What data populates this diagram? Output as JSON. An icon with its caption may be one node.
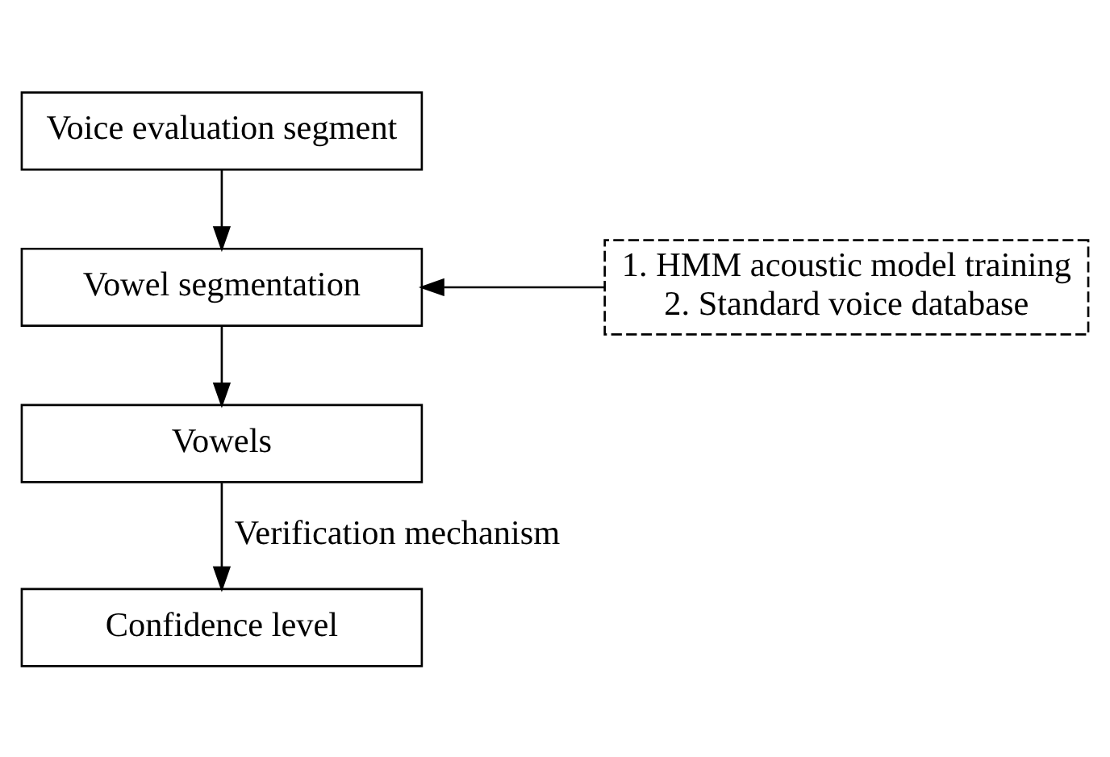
{
  "diagram": {
    "nodes": [
      {
        "text": [
          "Voice evaluation segment"
        ]
      },
      {
        "text": [
          "Vowel segmentation"
        ]
      },
      {
        "text": [
          "1. HMM acoustic model training",
          "2. Standard voice database"
        ]
      },
      {
        "text": [
          "Vowels"
        ]
      },
      {
        "text": [
          "Confidence level"
        ]
      }
    ],
    "edges": [
      {
        "from": 0,
        "to": 1,
        "arrow": "to"
      },
      {
        "from": 2,
        "to": 1,
        "arrow": "to"
      },
      {
        "from": 1,
        "to": 3,
        "arrow": "to"
      },
      {
        "from": 3,
        "to": 4,
        "arrow": "to",
        "label": "Verification mechanism"
      }
    ]
  }
}
